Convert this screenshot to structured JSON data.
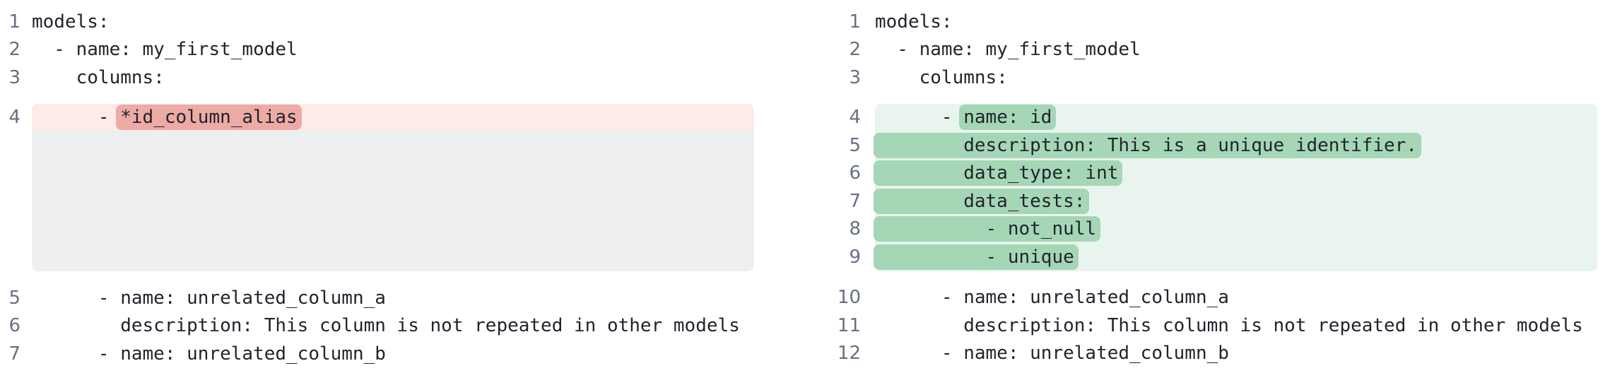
{
  "colors": {
    "removed_row_bg": "#fcebe8",
    "removed_pill_bg": "#eeaaa5",
    "filler_bg": "#edeff1",
    "added_row_bg": "#e9f4ee",
    "added_pill_bg": "#a5d6b6",
    "line_number": "#667083",
    "code_text": "#1f242c",
    "page_bg": "#ffffff"
  },
  "panels": {
    "left": {
      "rows": [
        {
          "num": "1",
          "kind": "plain",
          "segments": [
            {
              "t": "models:",
              "m": false
            }
          ]
        },
        {
          "num": "2",
          "kind": "plain",
          "segments": [
            {
              "t": "  - name: my_first_model",
              "m": false
            }
          ]
        },
        {
          "num": "3",
          "kind": "plain",
          "segments": [
            {
              "t": "    columns:",
              "m": false
            }
          ]
        },
        {
          "num": "4",
          "kind": "removed",
          "group": "first",
          "segments": [
            {
              "t": "      - ",
              "m": false
            },
            {
              "t": "*id_column_alias",
              "m": true
            }
          ]
        },
        {
          "num": "",
          "kind": "filler",
          "group": "last",
          "segments": []
        },
        {
          "num": "5",
          "kind": "plain",
          "segments": [
            {
              "t": "      - name: unrelated_column_a",
              "m": false
            }
          ]
        },
        {
          "num": "6",
          "kind": "plain",
          "segments": [
            {
              "t": "        description: This column is not repeated in other models",
              "m": false
            }
          ]
        },
        {
          "num": "7",
          "kind": "plain",
          "segments": [
            {
              "t": "      - name: unrelated_column_b",
              "m": false
            }
          ]
        }
      ]
    },
    "right": {
      "rows": [
        {
          "num": "1",
          "kind": "plain",
          "segments": [
            {
              "t": "models:",
              "m": false
            }
          ]
        },
        {
          "num": "2",
          "kind": "plain",
          "segments": [
            {
              "t": "  - name: my_first_model",
              "m": false
            }
          ]
        },
        {
          "num": "3",
          "kind": "plain",
          "segments": [
            {
              "t": "    columns:",
              "m": false
            }
          ]
        },
        {
          "num": "4",
          "kind": "added",
          "group": "first",
          "segments": [
            {
              "t": "      - ",
              "m": false
            },
            {
              "t": "name: id",
              "m": true
            }
          ]
        },
        {
          "num": "5",
          "kind": "added",
          "segments": [
            {
              "t": "        description: This is a unique identifier.",
              "m": true
            }
          ]
        },
        {
          "num": "6",
          "kind": "added",
          "segments": [
            {
              "t": "        data_type: int",
              "m": true
            }
          ]
        },
        {
          "num": "7",
          "kind": "added",
          "segments": [
            {
              "t": "        data_tests:",
              "m": true
            }
          ]
        },
        {
          "num": "8",
          "kind": "added",
          "segments": [
            {
              "t": "          - not_null",
              "m": true
            }
          ]
        },
        {
          "num": "9",
          "kind": "added",
          "group": "last",
          "segments": [
            {
              "t": "          - unique",
              "m": true
            }
          ]
        },
        {
          "num": "10",
          "kind": "plain",
          "segments": [
            {
              "t": "      - name: unrelated_column_a",
              "m": false
            }
          ]
        },
        {
          "num": "11",
          "kind": "plain",
          "segments": [
            {
              "t": "        description: This column is not repeated in other models",
              "m": false
            }
          ]
        },
        {
          "num": "12",
          "kind": "plain",
          "segments": [
            {
              "t": "      - name: unrelated_column_b",
              "m": false
            }
          ]
        }
      ]
    }
  }
}
